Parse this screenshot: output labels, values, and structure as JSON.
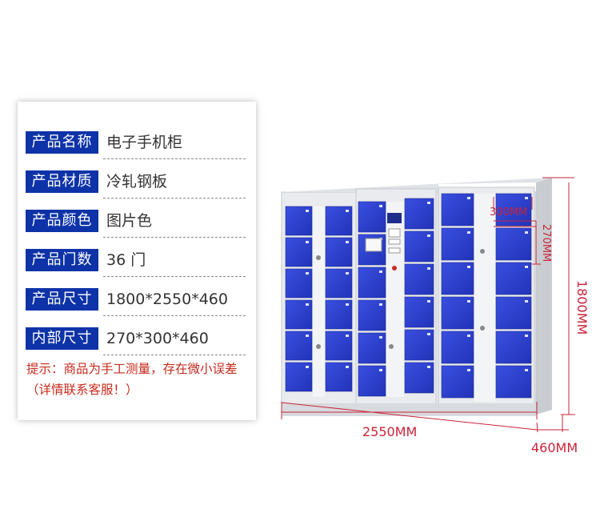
{
  "specs": [
    {
      "label": "产品名称",
      "value": "电子手机柜"
    },
    {
      "label": "产品材质",
      "value": "冷轧钢板"
    },
    {
      "label": "产品颜色",
      "value": "图片色"
    },
    {
      "label": "产品门数",
      "value": "36 门"
    },
    {
      "label": "产品尺寸",
      "value": "1800*2550*460"
    },
    {
      "label": "内部尺寸",
      "value": "270*300*460"
    }
  ],
  "note": "提示：商品为手工测量，存在微小误差（详情联系客服！）",
  "dimensions": {
    "width": "2550MM",
    "height": "1800MM",
    "depth": "460MM",
    "door_width": "300MM",
    "door_height": "270MM"
  },
  "colors": {
    "label_bg": "#0e33a8",
    "door_blue": "#2c3fd0",
    "cabinet_body": "#e9ebee",
    "dimension_red": "#c9243a",
    "note_red": "#c72a1c"
  }
}
